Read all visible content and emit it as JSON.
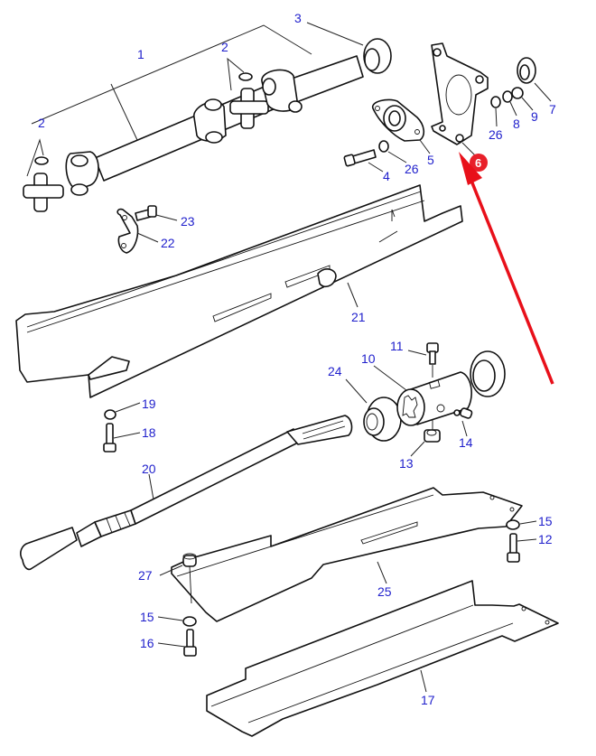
{
  "diagram": {
    "label_color": "#1f1fcc",
    "highlight_color": "#e8202a",
    "arrow_color": "#e8101a",
    "highlighted_part": "6",
    "labels": {
      "p1": "1",
      "p2a": "2",
      "p2b": "2",
      "p3": "3",
      "p4": "4",
      "p5": "5",
      "p6": "6",
      "p7": "7",
      "p8": "8",
      "p9": "9",
      "p10": "10",
      "p11": "11",
      "p12": "12",
      "p13": "13",
      "p14": "14",
      "p15a": "15",
      "p15b": "15",
      "p16": "16",
      "p17": "17",
      "p18": "18",
      "p19": "19",
      "p20": "20",
      "p21": "21",
      "p22": "22",
      "p23": "23",
      "p24": "24",
      "p25": "25",
      "p26a": "26",
      "p26b": "26",
      "p27": "27"
    }
  }
}
